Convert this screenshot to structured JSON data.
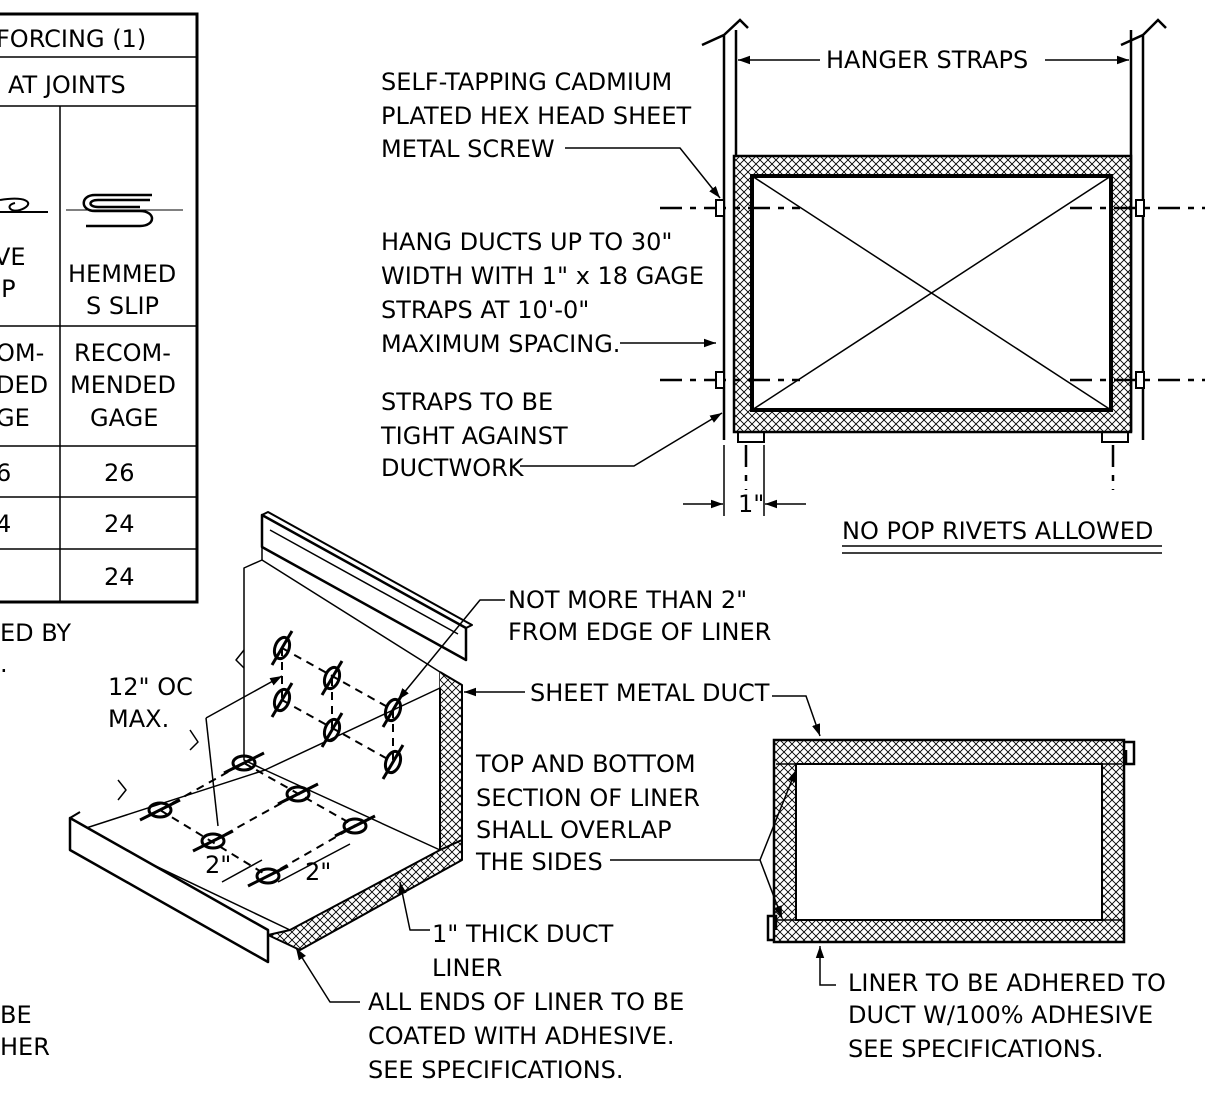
{
  "table": {
    "rows": {
      "header1": "FORCING (1)",
      "header2": "AT JOINTS",
      "col1_label": [
        "VE",
        "IP"
      ],
      "col2_label": [
        "HEMMED",
        "S SLIP"
      ],
      "col1_gage": [
        "OM-",
        "DED",
        "GE"
      ],
      "col2_gage": [
        "RECOM-",
        "MENDED",
        "GAGE"
      ],
      "r1": [
        "6",
        "26"
      ],
      "r2": [
        "4",
        "24"
      ],
      "r3": [
        "",
        "24"
      ]
    },
    "note_left": [
      "ED BY",
      "."
    ]
  },
  "left_edge_note": [
    "BE",
    "HER"
  ],
  "hanger": {
    "hanger_straps": "HANGER STRAPS",
    "screw_note": [
      "SELF-TAPPING CADMIUM",
      "PLATED HEX HEAD SHEET",
      "METAL SCREW"
    ],
    "hang_note": [
      "HANG DUCTS UP TO 30\"",
      "WIDTH WITH 1\" x 18 GAGE",
      "STRAPS AT 10'-0\"",
      "MAXIMUM SPACING."
    ],
    "straps_note": [
      "STRAPS TO BE",
      "TIGHT AGAINST",
      "DUCTWORK"
    ],
    "dim_1in": "1\"",
    "no_pop": "NO POP RIVETS ALLOWED"
  },
  "liner": {
    "edge_note": [
      "NOT MORE THAN 2\"",
      "FROM EDGE OF LINER"
    ],
    "oc_note": [
      "12\" OC",
      "MAX."
    ],
    "sheet_metal": "SHEET METAL DUCT",
    "overlap_note": [
      "TOP AND BOTTOM",
      "SECTION OF LINER",
      "SHALL OVERLAP",
      "THE SIDES"
    ],
    "dim_2a": "2\"",
    "dim_2b": "2\"",
    "thick_note": [
      "1\" THICK DUCT",
      "LINER"
    ],
    "ends_note": [
      "ALL ENDS OF LINER TO BE",
      "COATED WITH ADHESIVE.",
      "SEE SPECIFICATIONS."
    ],
    "adhered_note": [
      "LINER TO BE ADHERED  TO",
      "DUCT W/100% ADHESIVE",
      "SEE SPECIFICATIONS."
    ]
  }
}
